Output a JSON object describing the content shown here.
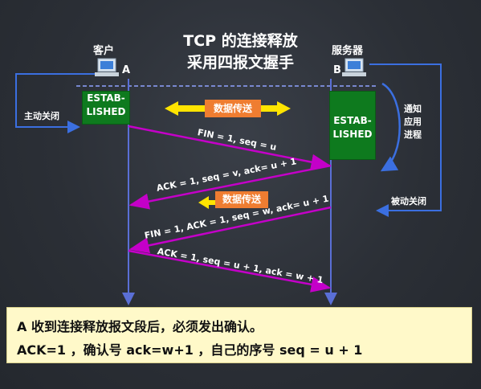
{
  "title": {
    "line1": "TCP  的连接释放",
    "line2": "采用四报文握手"
  },
  "client": {
    "name": "客户",
    "letter": "A",
    "state": "ESTAB-\nLISHED",
    "side_label": "主动关闭"
  },
  "server": {
    "name": "服务器",
    "letter": "B",
    "state": "ESTAB-\nLISHED",
    "side_label": "被动关闭",
    "notify_label": "通知\n应用\n进程"
  },
  "transfer_label_1": "数据传送",
  "transfer_label_2": "数据传送",
  "messages": [
    {
      "label": "FIN = 1, seq = u"
    },
    {
      "label": "ACK = 1, seq = v, ack= u + 1"
    },
    {
      "label": "FIN = 1, ACK = 1, seq = w, ack= u + 1"
    },
    {
      "label": "ACK = 1, seq = u + 1, ack = w + 1"
    }
  ],
  "note": {
    "line1": "A  收到连接释放报文段后，必须发出确认。",
    "line2": "ACK=1 ，确认号  ack=w+1 ，自己的序号  seq = u + 1"
  },
  "colors": {
    "message_arrow": "#c400c8",
    "timeline": "#5a6fd6",
    "established": "#0e7a1e",
    "transfer_tag": "#ef7d31",
    "yellow_arrow": "#ffe400",
    "note_bg": "#fff9c9"
  }
}
